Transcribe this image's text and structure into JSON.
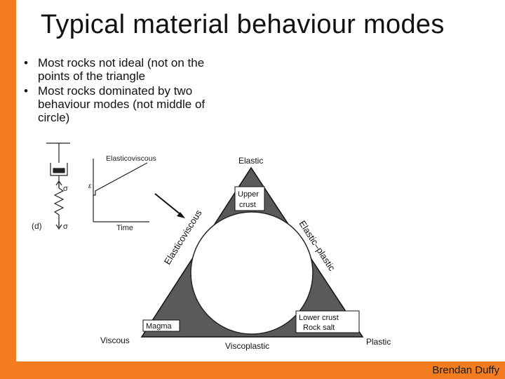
{
  "slide": {
    "title": "Typical material behaviour modes",
    "bullets": [
      "Most rocks not ideal (not on the points of the triangle",
      "Most rocks dominated by two behaviour modes (not middle of circle)"
    ],
    "author": "Brendan Duffy"
  },
  "figure": {
    "panel_label": "(d)",
    "sigma_top": "σ",
    "sigma_bottom": "σ",
    "graph_title": "Elasticoviscous",
    "graph_ylabel": "ε",
    "graph_xlabel": "Time",
    "corner_top": "Elastic",
    "corner_left": "Viscous",
    "corner_right": "Plastic",
    "edge_left": "Elasticoviscous",
    "edge_right": "Elastic–plastic",
    "edge_bottom": "Viscoplastic",
    "box_upper_line1": "Upper",
    "box_upper_line2": "crust",
    "box_magma": "Magma",
    "box_lower_line1": "Lower crust",
    "box_lower_line2": "Rock salt"
  },
  "colors": {
    "accent": "#f47c20"
  }
}
